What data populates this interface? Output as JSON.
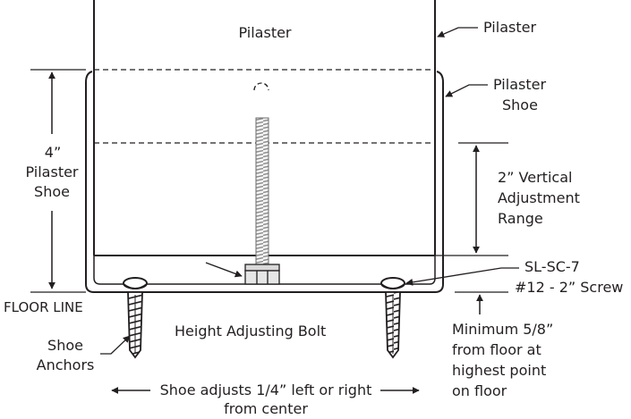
{
  "diagram": {
    "colors": {
      "line": "#231f20",
      "bolt_fill": "#d9d9d9",
      "thread": "#8c8c8c",
      "background": "#ffffff"
    },
    "labels": {
      "pilaster_center": "Pilaster",
      "pilaster_callout": "Pilaster",
      "pilaster_shoe_callout": [
        "Pilaster",
        "Shoe"
      ],
      "shoe_height_value": "4”",
      "shoe_height_label": [
        "Pilaster",
        "Shoe"
      ],
      "vertical_range": [
        "2” Vertical",
        "Adjustment",
        "Range"
      ],
      "screw_callout": [
        "SL-SC-7",
        "#12 - 2” Screw"
      ],
      "floor_line": "FLOOR LINE",
      "height_bolt": "Height Adjusting Bolt",
      "shoe_anchors": [
        "Shoe",
        "Anchors"
      ],
      "min_floor": [
        "Minimum 5/8”",
        "from floor at",
        "highest point",
        "on floor"
      ],
      "shoe_adjust": [
        "Shoe adjusts 1/4” left or right",
        "from center"
      ]
    }
  }
}
